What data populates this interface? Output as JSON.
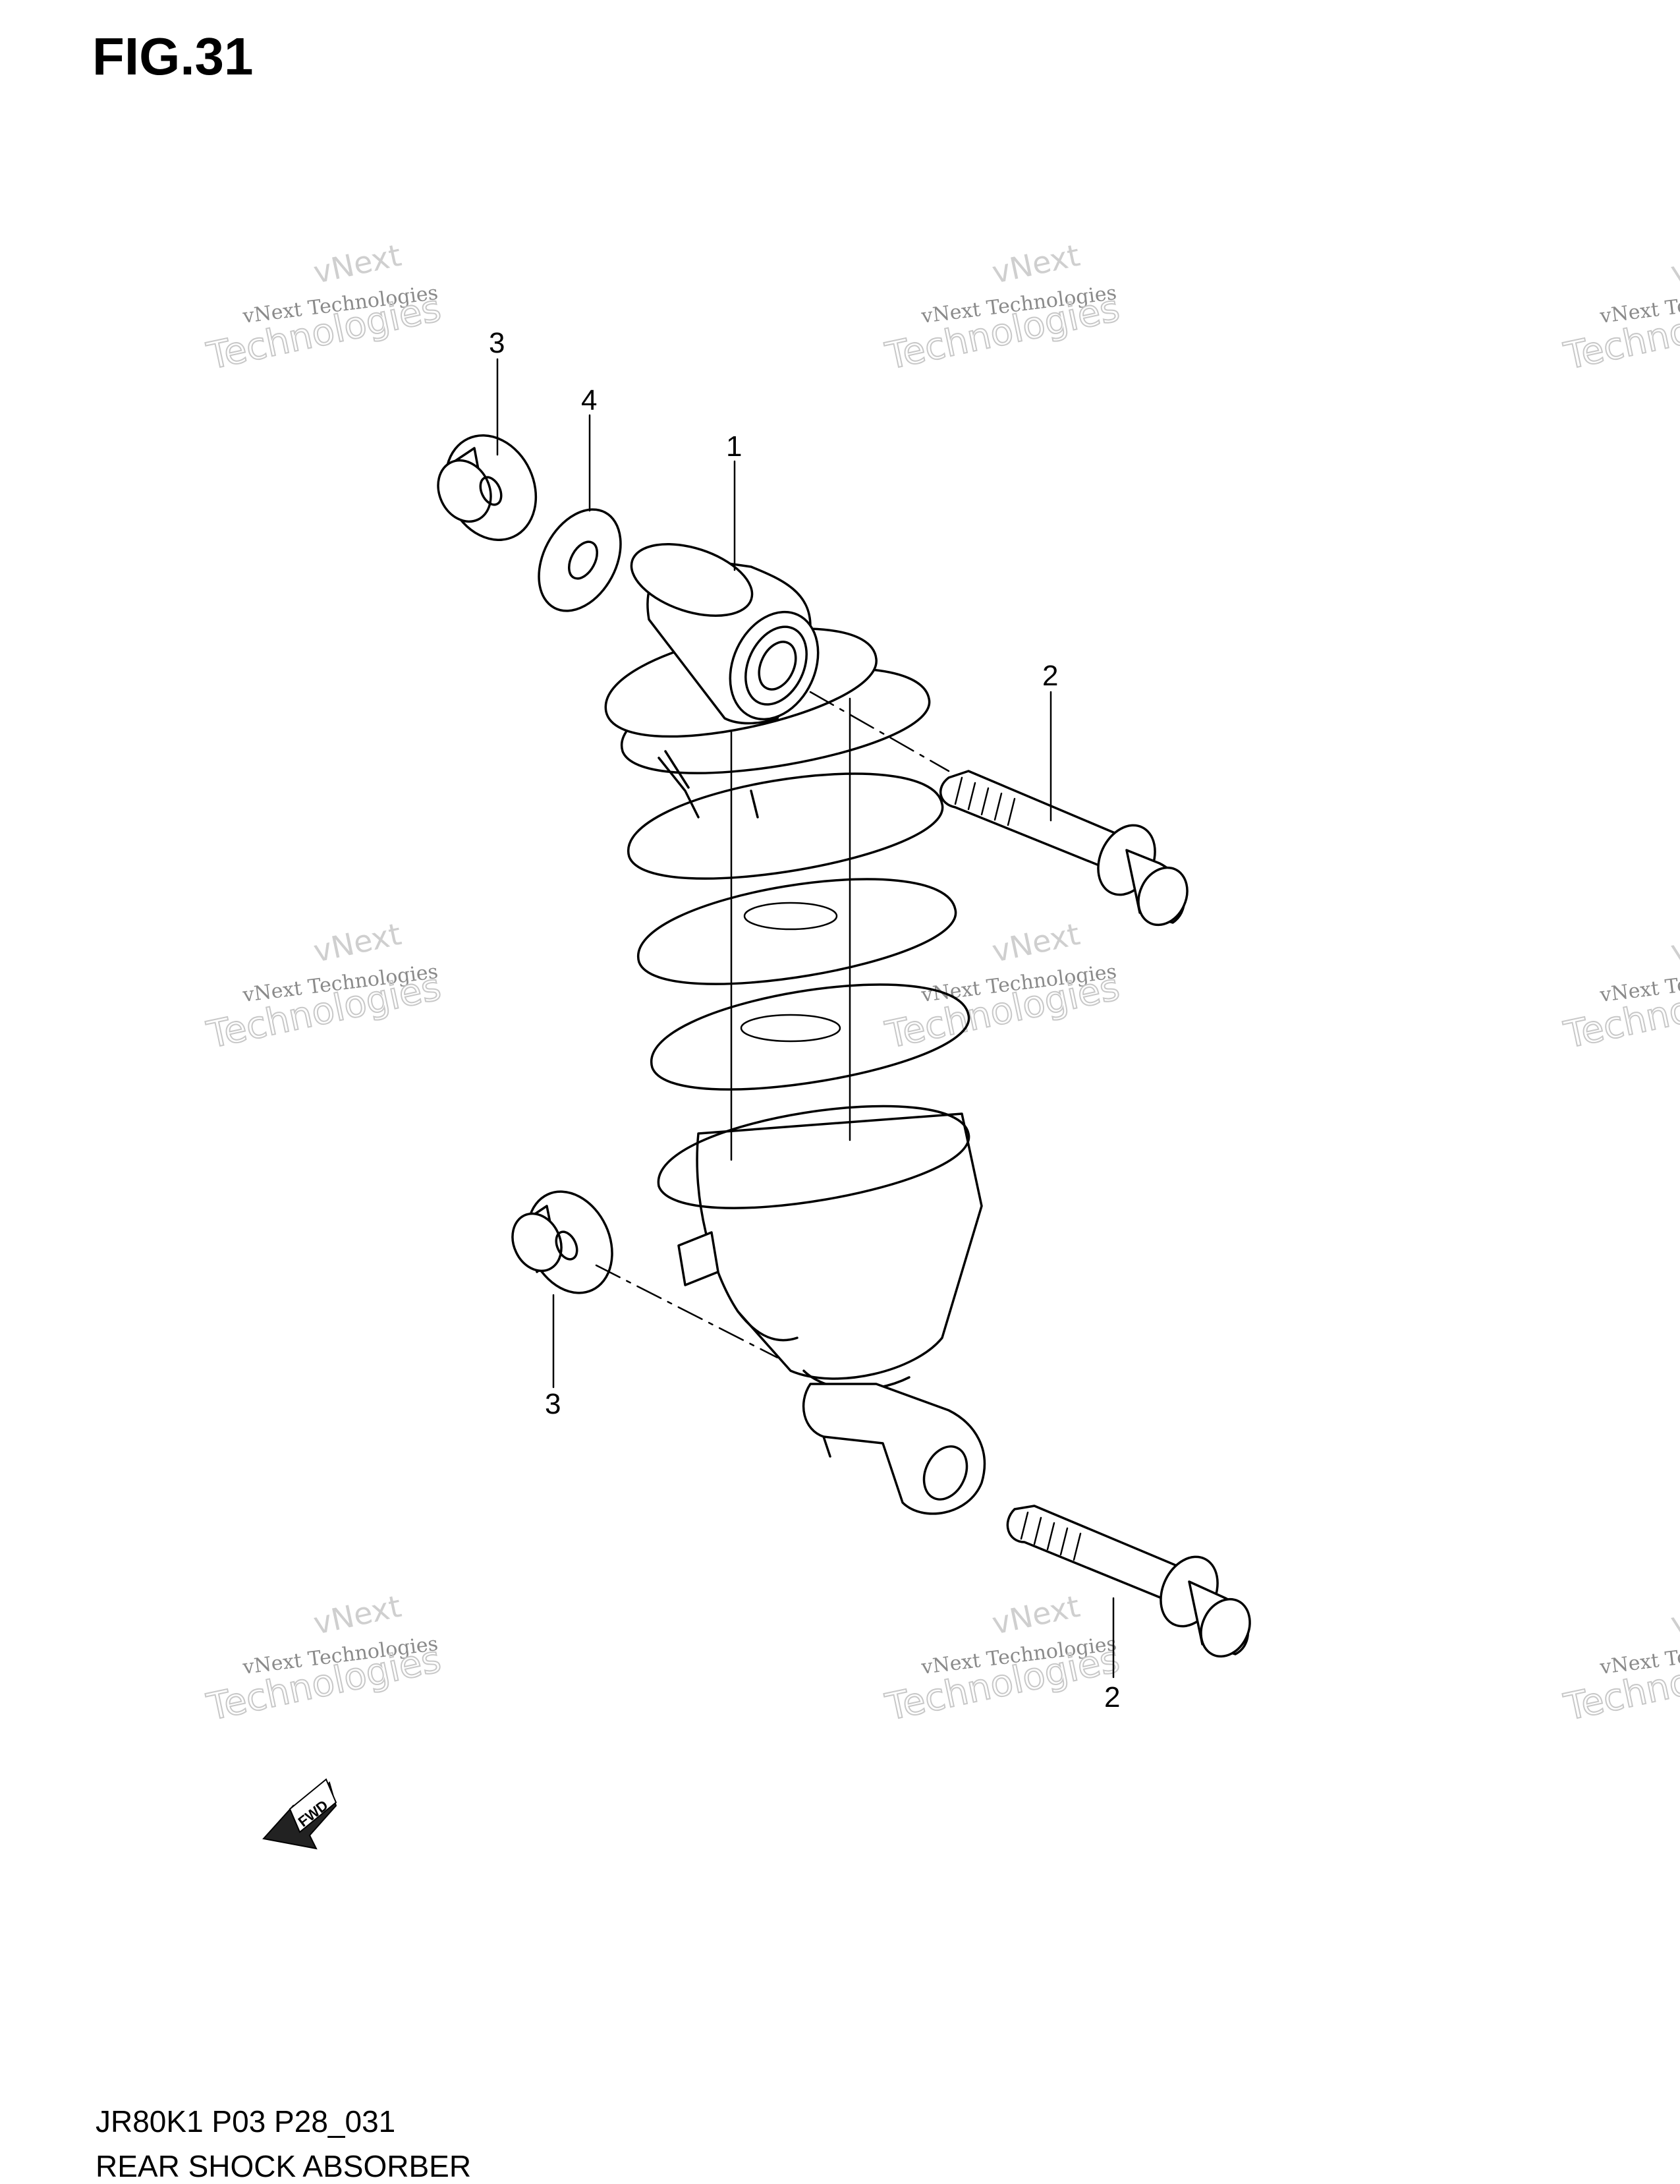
{
  "figure": {
    "title": "FIG.31",
    "code": "JR80K1 P03 P28_031",
    "name": "REAR SHOCK ABSORBER"
  },
  "watermark": {
    "line_top": "vNext",
    "line_small": "vNext Technologies",
    "line_big": "Technologies"
  },
  "callouts": {
    "c1": "1",
    "c2a": "2",
    "c2b": "2",
    "c3a": "3",
    "c3b": "3",
    "c4": "4"
  },
  "fwd_label": "FWD"
}
